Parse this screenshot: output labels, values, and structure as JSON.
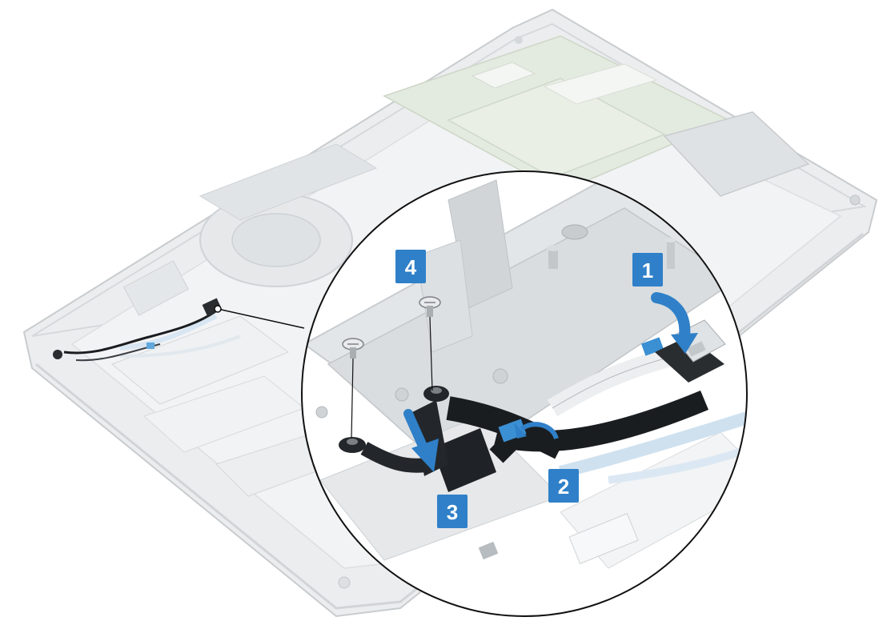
{
  "steps": [
    {
      "number": "1",
      "target": "cable-connector"
    },
    {
      "number": "2",
      "target": "cable-tape"
    },
    {
      "number": "3",
      "target": "power-button-board"
    },
    {
      "number": "4",
      "target": "screws"
    }
  ],
  "colors": {
    "step_badge": "#2f80c8",
    "arrow": "#2f80c8",
    "chassis_faded": "#ebedee",
    "chassis_line": "#c9ccce",
    "zoom_background": "#ffffff",
    "zoom_border": "#111111",
    "board_green_faded": "#e3eadf",
    "flex_cable": "#1a1d20",
    "cable_blue_faded": "#d7e6f2"
  },
  "icons": {
    "screw": "screw-icon",
    "push_arrow": "down-arrow-icon",
    "peel_arrow": "curved-arrow-icon"
  }
}
